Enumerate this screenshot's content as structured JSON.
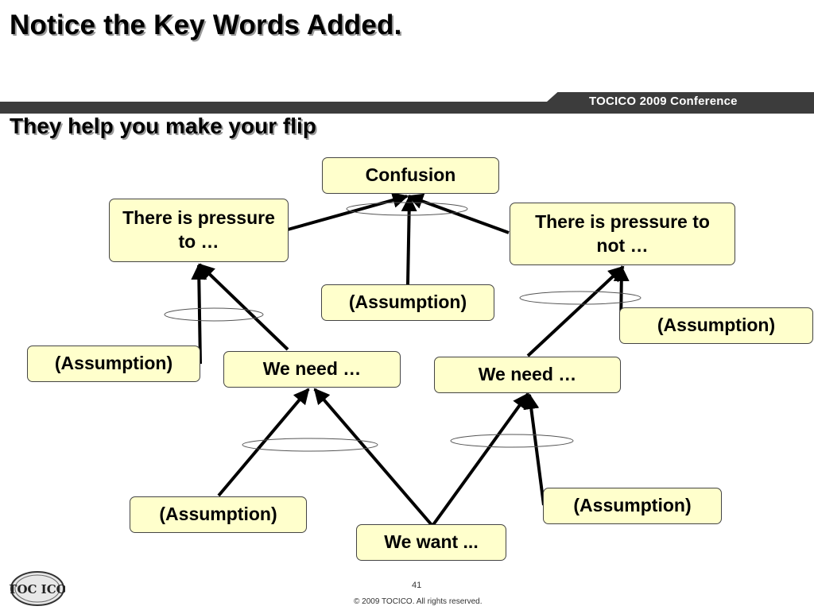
{
  "slide": {
    "title": "Notice the Key Words Added.",
    "subtitle": "They help you make your flip",
    "conference": "TOCICO 2009 Conference",
    "page_number": "41",
    "copyright": "© 2009 TOCICO. All rights reserved.",
    "logo_text": "TOC ICO"
  },
  "diagram": {
    "nodes": [
      {
        "id": "confusion",
        "label": "Confusion"
      },
      {
        "id": "pressure_to",
        "label": "There is pressure to …"
      },
      {
        "id": "pressure_not",
        "label": "There is pressure to not …"
      },
      {
        "id": "assumption_center",
        "label": "(Assumption)"
      },
      {
        "id": "assumption_left",
        "label": "(Assumption)"
      },
      {
        "id": "assumption_right",
        "label": "(Assumption)"
      },
      {
        "id": "need_left",
        "label": "We need …"
      },
      {
        "id": "need_right",
        "label": "We need …"
      },
      {
        "id": "assumption_bottom_left",
        "label": "(Assumption)"
      },
      {
        "id": "assumption_bottom_right",
        "label": "(Assumption)"
      },
      {
        "id": "want",
        "label": "We want ..."
      }
    ],
    "edges": [
      {
        "from": "pressure_to",
        "to": "confusion"
      },
      {
        "from": "pressure_not",
        "to": "confusion"
      },
      {
        "from": "assumption_center",
        "to": "confusion"
      },
      {
        "from": "need_left",
        "to": "pressure_to"
      },
      {
        "from": "assumption_left",
        "to": "pressure_to"
      },
      {
        "from": "need_right",
        "to": "pressure_not"
      },
      {
        "from": "assumption_right",
        "to": "pressure_not"
      },
      {
        "from": "want",
        "to": "need_left"
      },
      {
        "from": "assumption_bottom_left",
        "to": "need_left"
      },
      {
        "from": "want",
        "to": "need_right"
      },
      {
        "from": "assumption_bottom_right",
        "to": "need_right"
      }
    ]
  },
  "colors": {
    "box_fill": "#ffffcc",
    "band": "#3c3c3c",
    "conference_text": "#ffffff"
  }
}
